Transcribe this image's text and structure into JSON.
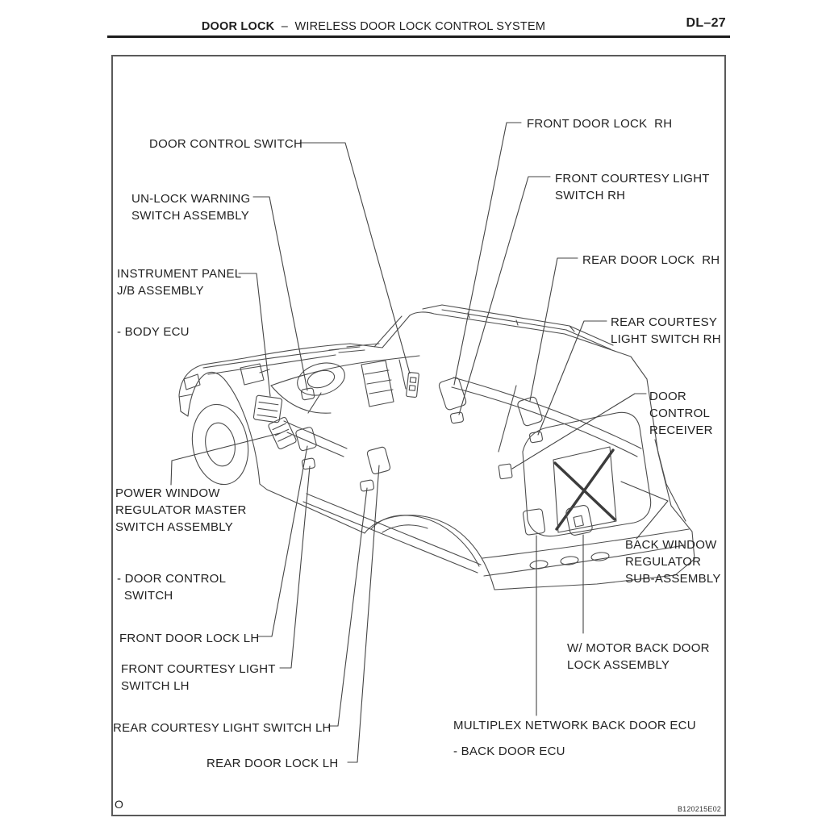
{
  "header": {
    "section": "DOOR LOCK",
    "title_line": "DOOR LOCK  –  WIRELESS DOOR LOCK CONTROL SYSTEM",
    "page_number": "DL–27"
  },
  "figure": {
    "footer_left": "O",
    "figure_code": "B120215E02",
    "vehicle": "SUV cutaway line illustration",
    "line_color": "#4d4d4d",
    "labels": [
      {
        "id": "door-control-switch",
        "text": "DOOR CONTROL SWITCH"
      },
      {
        "id": "unlock-warning-switch-assembly",
        "text": "UN-LOCK WARNING\nSWITCH ASSEMBLY"
      },
      {
        "id": "instrument-panel-jb-assembly",
        "text": "INSTRUMENT PANEL\nJ/B ASSEMBLY"
      },
      {
        "id": "body-ecu",
        "text": "- BODY ECU"
      },
      {
        "id": "power-window-regulator-master-switch-assembly",
        "text": "POWER WINDOW\nREGULATOR MASTER\nSWITCH ASSEMBLY"
      },
      {
        "id": "door-control-switch-sub",
        "text": "- DOOR CONTROL\n  SWITCH"
      },
      {
        "id": "front-door-lock-lh",
        "text": "FRONT DOOR LOCK LH"
      },
      {
        "id": "front-courtesy-light-switch-lh",
        "text": "FRONT COURTESY LIGHT\nSWITCH LH"
      },
      {
        "id": "rear-courtesy-light-switch-lh",
        "text": "REAR COURTESY LIGHT SWITCH LH"
      },
      {
        "id": "rear-door-lock-lh",
        "text": "REAR DOOR LOCK LH"
      },
      {
        "id": "front-door-lock-rh",
        "text": "FRONT DOOR LOCK  RH"
      },
      {
        "id": "front-courtesy-light-switch-rh",
        "text": "FRONT COURTESY LIGHT\nSWITCH RH"
      },
      {
        "id": "rear-door-lock-rh",
        "text": "REAR DOOR LOCK  RH"
      },
      {
        "id": "rear-courtesy-light-switch-rh",
        "text": "REAR COURTESY\nLIGHT SWITCH RH"
      },
      {
        "id": "door-control-receiver",
        "text": "DOOR\nCONTROL\nRECEIVER"
      },
      {
        "id": "back-window-regulator-sub-assembly",
        "text": "BACK WINDOW\nREGULATOR\nSUB-ASSEMBLY"
      },
      {
        "id": "w-motor-back-door-lock-assembly",
        "text": "W/ MOTOR BACK DOOR\nLOCK ASSEMBLY"
      },
      {
        "id": "multiplex-network-back-door-ecu",
        "text": "MULTIPLEX NETWORK BACK DOOR ECU"
      },
      {
        "id": "back-door-ecu",
        "text": "- BACK DOOR ECU"
      }
    ]
  }
}
